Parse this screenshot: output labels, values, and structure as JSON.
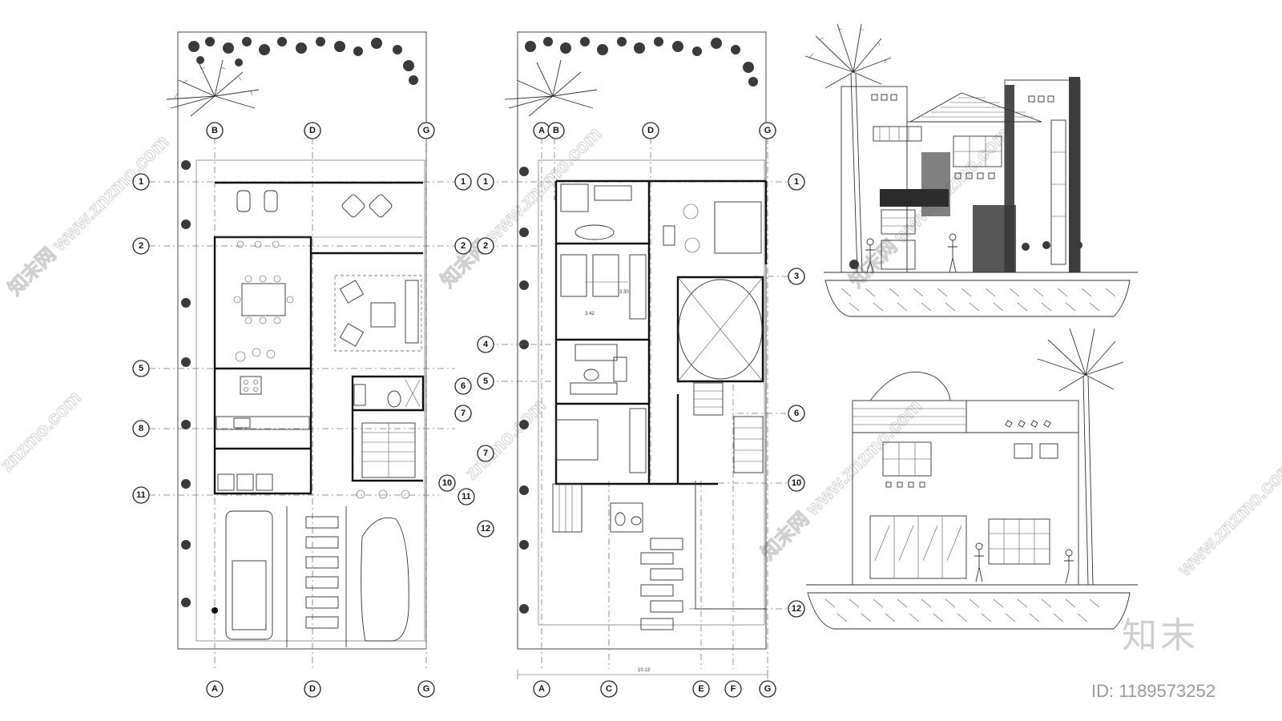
{
  "plan1": {
    "axes_top": [
      "B",
      "D",
      "G"
    ],
    "axes_bottom": [
      "A",
      "D",
      "G"
    ],
    "rows_left": [
      "1",
      "2",
      "5",
      "8",
      "11"
    ],
    "rows_right": [
      "1",
      "2",
      "6",
      "7",
      "10"
    ],
    "dims": [
      "3.30",
      "3.42"
    ]
  },
  "plan2": {
    "axes_top": [
      "A",
      "B",
      "D",
      "G"
    ],
    "axes_bottom": [
      "A",
      "C",
      "E",
      "F",
      "G"
    ],
    "rows_left": [
      "1",
      "2",
      "4",
      "5",
      "7",
      "11",
      "12"
    ],
    "rows_right": [
      "1",
      "3",
      "6",
      "10",
      "12"
    ],
    "overall_dim": "10.13"
  },
  "watermarks": [
    "知末网 www.znzmo.com",
    "znzmo.com",
    "www.znzmo.com"
  ],
  "branding": {
    "logo": "知末",
    "id_label": "ID: 1189573252"
  }
}
